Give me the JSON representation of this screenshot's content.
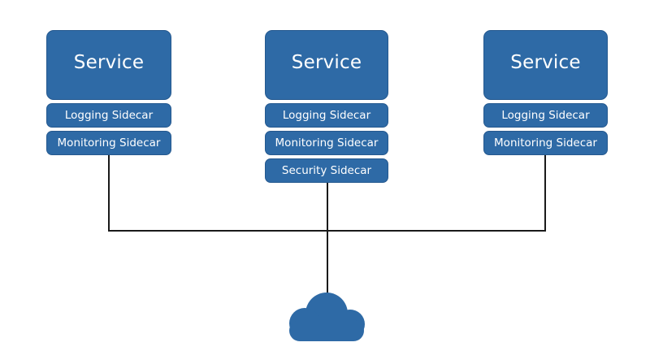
{
  "colors": {
    "box_fill": "#2e6aa6",
    "box_border": "#25598f",
    "text": "#ffffff",
    "connector": "#1a1a1a",
    "cloud": "#2e6aa6"
  },
  "services": [
    {
      "title": "Service",
      "sidecars": [
        "Logging Sidecar",
        "Monitoring Sidecar"
      ]
    },
    {
      "title": "Service",
      "sidecars": [
        "Logging Sidecar",
        "Monitoring Sidecar",
        "Security Sidecar"
      ]
    },
    {
      "title": "Service",
      "sidecars": [
        "Logging Sidecar",
        "Monitoring Sidecar"
      ]
    }
  ],
  "network": {
    "icon": "cloud-icon"
  }
}
